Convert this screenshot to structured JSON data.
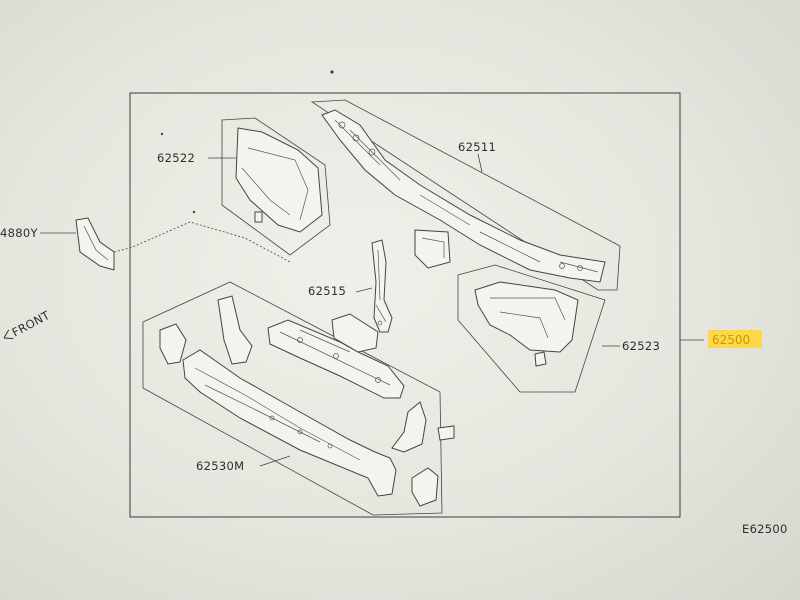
{
  "diagram": {
    "labels": {
      "p62522": "62522",
      "p62511": "62511",
      "p62515": "62515",
      "p62523": "62523",
      "p62530m": "62530M",
      "p62500": "62500",
      "left_ref": "4880Y",
      "front": "FRONT",
      "code": "E62500"
    },
    "highlight_color": "#ffd84a"
  }
}
